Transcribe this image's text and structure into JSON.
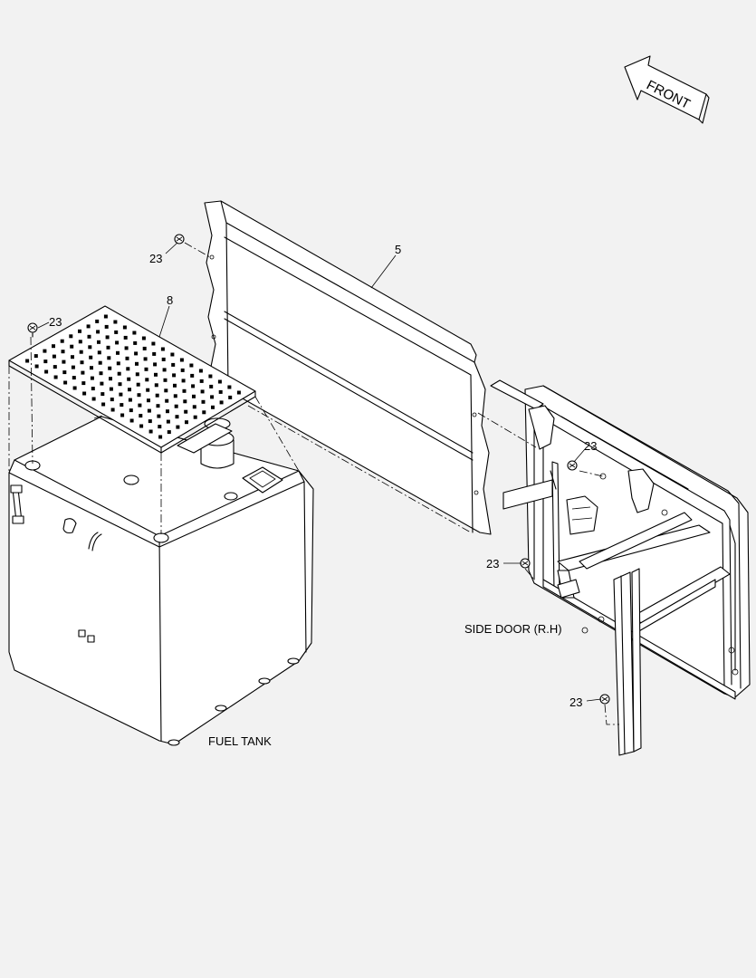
{
  "direction_label": "FRONT",
  "callouts": {
    "c23_top": "23",
    "c5": "5",
    "c8": "8",
    "c23_plate": "23",
    "c23_door_upper": "23",
    "c23_door_left": "23",
    "c23_door_bottom": "23"
  },
  "section_labels": {
    "fuel_tank": "FUEL TANK",
    "side_door": "SIDE DOOR (R.H)"
  }
}
